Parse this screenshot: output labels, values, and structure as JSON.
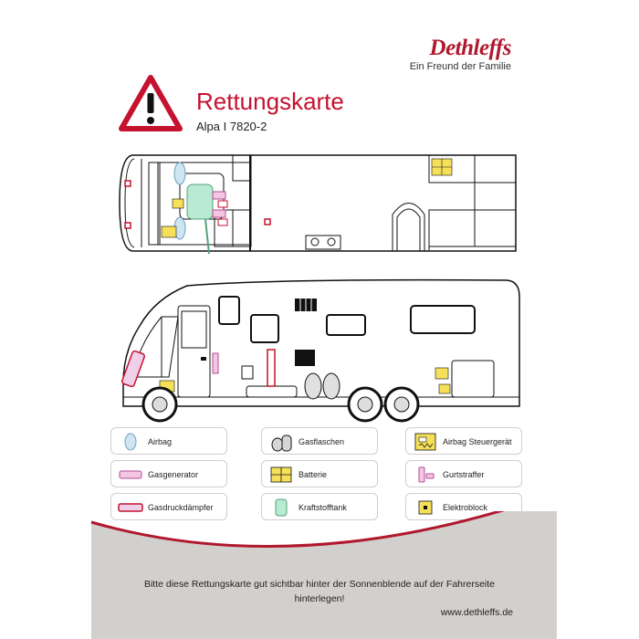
{
  "brand": {
    "name": "Dethleffs",
    "tagline": "Ein Freund der Familie"
  },
  "title": "Rettungskarte",
  "model": "Alpa I 7820-2",
  "warning_icon": "warning-triangle-icon",
  "colors": {
    "brand_red": "#b0182e",
    "title_red": "#c4122f",
    "footer_gray": "#d2d0cc",
    "airbag": "#cfe6f2",
    "fuel": "#b9ead2",
    "battery": "#f6e05a",
    "gas_generator": "#f5c6e4"
  },
  "legend": [
    {
      "label": "Airbag",
      "icon": "airbag-icon"
    },
    {
      "label": "Gasflaschen",
      "icon": "gas-bottles-icon"
    },
    {
      "label": "Airbag Steuergerät",
      "icon": "airbag-control-unit-icon"
    },
    {
      "label": "Gasgenerator",
      "icon": "gas-generator-icon"
    },
    {
      "label": "Batterie",
      "icon": "battery-icon"
    },
    {
      "label": "Gurtstraffer",
      "icon": "belt-tensioner-icon"
    },
    {
      "label": "Gasdruckdämpfer",
      "icon": "gas-strut-icon"
    },
    {
      "label": "Kraftstofftank",
      "icon": "fuel-tank-icon"
    },
    {
      "label": "Elektroblock",
      "icon": "electrical-block-icon"
    }
  ],
  "footer": {
    "line1": "Bitte diese Rettungskarte gut sichtbar hinter der Sonnenblende auf der Fahrerseite",
    "line2": "hinterlegen!",
    "url": "www.dethleffs.de"
  }
}
